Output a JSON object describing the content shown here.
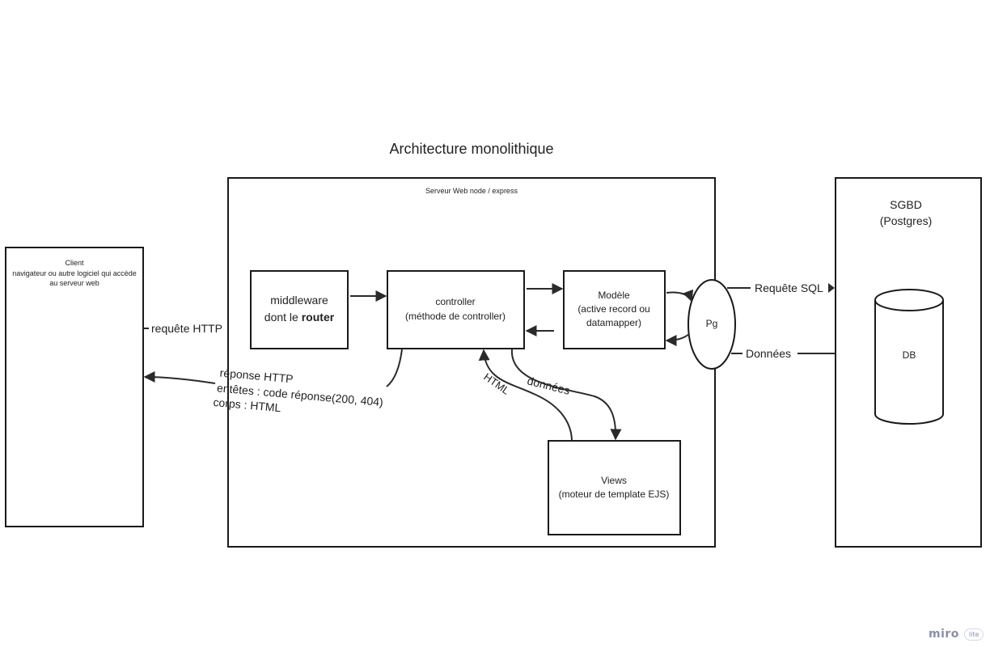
{
  "diagram": {
    "title": "Architecture monolithique",
    "client": {
      "title": "Client",
      "line1": "navigateur  ou autre logiciel qui accède",
      "line2": "au serveur web"
    },
    "server": {
      "title": "Serveur Web node / express"
    },
    "middleware": {
      "line1": "middleware",
      "line2_prefix": "dont le ",
      "line2_bold": "router"
    },
    "controller": {
      "line1": "controller",
      "line2": "(méthode de controller)"
    },
    "model": {
      "line1": "Modèle",
      "line2": "(active record ou",
      "line3": "datamapper)"
    },
    "pg": {
      "label": "Pg"
    },
    "views": {
      "line1": "Views",
      "line2": "(moteur de template EJS)"
    },
    "sgbd": {
      "line1": "SGBD",
      "line2": "(Postgres)"
    },
    "db": {
      "label": "DB"
    },
    "edges": {
      "http_request": "requête HTTP",
      "response_line1": "réponse HTTP",
      "response_line2": "entêtes : code réponse(200, 404)",
      "response_line3": "corps : HTML",
      "html": "HTML",
      "donnees_views": "données",
      "sql_request": "Requête SQL",
      "sql_data": "Données"
    }
  },
  "brand": {
    "logo": "miro",
    "badge": "lite"
  },
  "colors": {
    "stroke": "#1a1a1a",
    "text": "#222222",
    "brand": "#8a8fa8"
  }
}
